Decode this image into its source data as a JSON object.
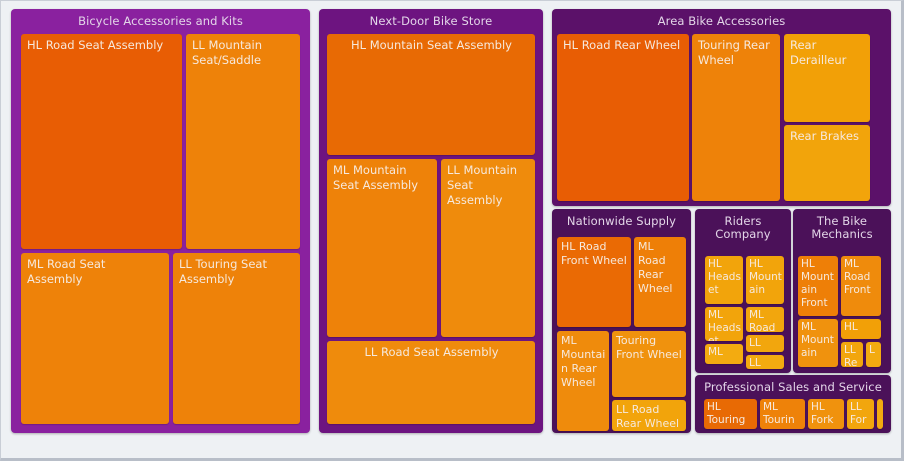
{
  "chart_data": {
    "type": "treemap",
    "title": "",
    "xlabel": "",
    "ylabel": "",
    "grid": false,
    "legend": "none",
    "description": "Hierarchical treemap of bike reseller groups and their product sub-category rectangles, sized by value and colored on an orange-to-amber scale.",
    "colors": {
      "background": "#eef1f4",
      "group_purple_bright": "#8a219f",
      "group_purple_mid": "#6d1480",
      "group_purple_dark": "#4b1159",
      "leaf_deep_orange": "#e85d04",
      "leaf_orange": "#ee7b06",
      "leaf_light_orange": "#f08c0a",
      "leaf_amber": "#f2a007",
      "leaf_gold": "#f0ab10",
      "label_text": "#f6e9dd",
      "group_title_text": "#e3d6e8"
    },
    "groups": [
      {
        "name": "Bicycle Accessories and Kits",
        "color": "#8a219f",
        "leaves": [
          {
            "label": "HL Road Seat Assembly",
            "color": "#e85d04"
          },
          {
            "label": "LL Mountain Seat/Saddle",
            "color": "#ee8209"
          },
          {
            "label": "ML Road Seat Assembly",
            "color": "#ee8209"
          },
          {
            "label": "LL Touring Seat Assembly",
            "color": "#ee8209"
          }
        ]
      },
      {
        "name": "Next-Door Bike Store",
        "color": "#6d1480",
        "leaves": [
          {
            "label": "HL Mountain Seat Assembly",
            "color": "#e86a04"
          },
          {
            "label": "ML Mountain Seat Assembly",
            "color": "#ee8209"
          },
          {
            "label": "LL Mountain Seat Assembly",
            "color": "#ef8b0c"
          },
          {
            "label": "LL Road Seat Assembly",
            "color": "#ef8b0c"
          }
        ]
      },
      {
        "name": "Area Bike Accessories",
        "color": "#5b1169",
        "leaves": [
          {
            "label": "HL Road Rear Wheel",
            "color": "#e85d04"
          },
          {
            "label": "Touring Rear Wheel",
            "color": "#ee8209"
          },
          {
            "label": "Rear Derailleur",
            "color": "#f2a007"
          },
          {
            "label": "Rear Brakes",
            "color": "#f2a40b"
          }
        ]
      },
      {
        "name": "Nationwide Supply",
        "color": "#4b1159",
        "leaves": [
          {
            "label": "HL Road Front Wheel",
            "color": "#ea6a04"
          },
          {
            "label": "ML Road Rear Wheel",
            "color": "#ee7f07"
          },
          {
            "label": "ML Mountain Rear Wheel",
            "color": "#ef8b0c"
          },
          {
            "label": "Touring Front Wheel",
            "color": "#f0920d"
          },
          {
            "label": "LL Road Rear Wheel",
            "color": "#f2a40b"
          }
        ]
      },
      {
        "name": "Riders Company",
        "color": "#4b1159",
        "leaves": [
          {
            "label": "HL Headset",
            "color": "#f2a40b"
          },
          {
            "label": "HL Mountain",
            "color": "#f2a40b"
          },
          {
            "label": "ML Headset",
            "color": "#f2a40b"
          },
          {
            "label": "ML Road",
            "color": "#f2a60d"
          },
          {
            "label": "LL",
            "color": "#f2a60d"
          },
          {
            "label": "ML",
            "color": "#f3ab10"
          },
          {
            "label": "LL",
            "color": "#f3ab10"
          }
        ]
      },
      {
        "name": "The Bike Mechanics",
        "color": "#4b1159",
        "leaves": [
          {
            "label": "HL Mountain Front",
            "color": "#ee7f07"
          },
          {
            "label": "ML Road Front",
            "color": "#ef8b0c"
          },
          {
            "label": "ML Mountain",
            "color": "#f0920d"
          },
          {
            "label": "HL",
            "color": "#f2a007"
          },
          {
            "label": "LL Re",
            "color": "#f2a60d"
          },
          {
            "label": "L",
            "color": "#f3ab10"
          }
        ]
      },
      {
        "name": "Professional Sales and Service",
        "color": "#4b1159",
        "leaves": [
          {
            "label": "HL Touring",
            "color": "#e86a04"
          },
          {
            "label": "ML Tourin",
            "color": "#ee8209"
          },
          {
            "label": "HL Fork",
            "color": "#f0920d"
          },
          {
            "label": "LL For",
            "color": "#f2a60d"
          },
          {
            "label": "",
            "color": "#f3ab10"
          }
        ]
      }
    ]
  }
}
